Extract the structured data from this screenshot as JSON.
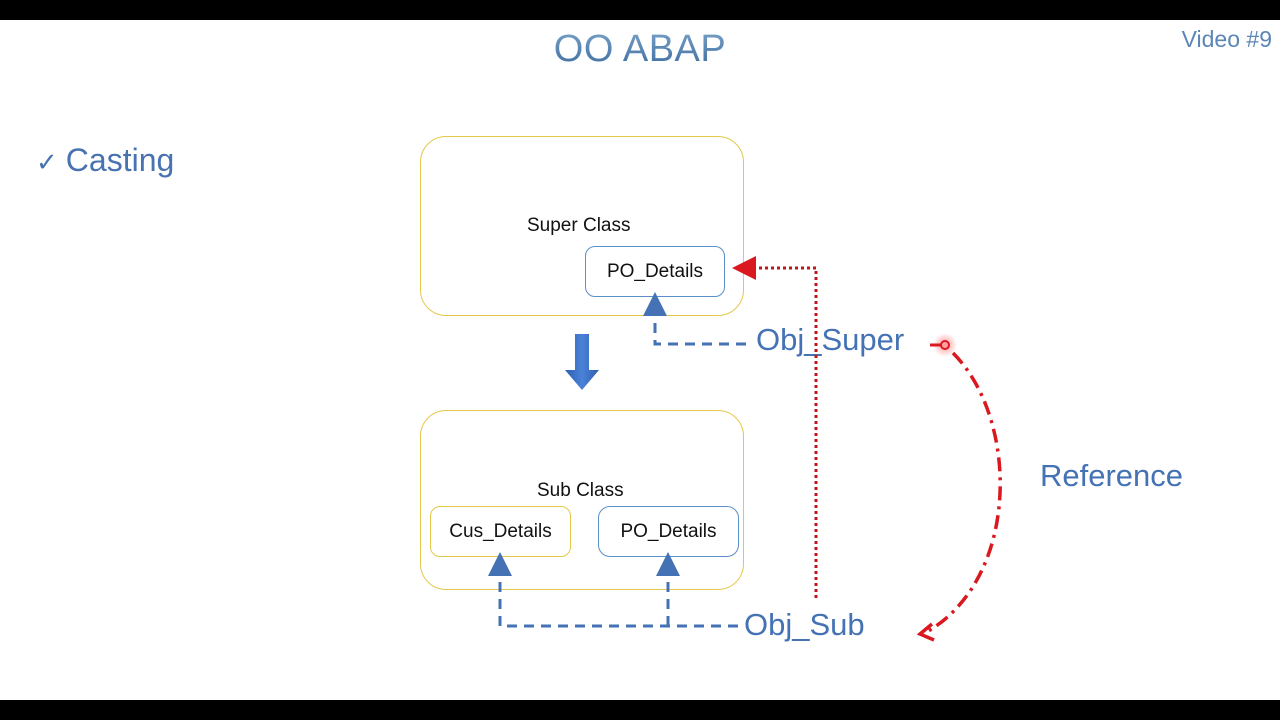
{
  "slide": {
    "title": "OO ABAP",
    "video_label": "Video #9",
    "bullet": {
      "icon": "checkmark-icon",
      "glyph": "✓",
      "text": "Casting"
    }
  },
  "diagram": {
    "super_class": {
      "label": "Super Class",
      "attribute": "PO_Details"
    },
    "sub_class": {
      "label": "Sub Class",
      "attributes": [
        "Cus_Details",
        "PO_Details"
      ]
    },
    "obj_super": "Obj_Super",
    "obj_sub": "Obj_Sub",
    "reference_label": "Reference",
    "colors": {
      "text_blue": "#4472b4",
      "box_yellow": "#e4c84a",
      "attr_blue_border": "#5b8fc7",
      "dashed_blue": "#4472b4",
      "red": "#d9181f"
    }
  }
}
